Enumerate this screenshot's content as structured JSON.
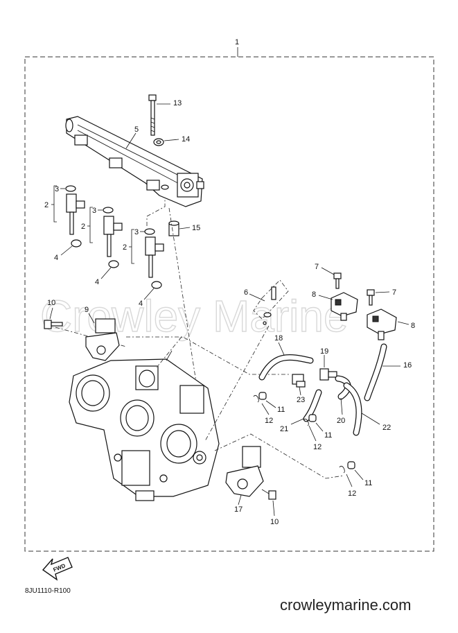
{
  "diagram": {
    "assembly_number": "1",
    "callouts": {
      "c2a": "2",
      "c2b": "2",
      "c2c": "2",
      "c3a": "3",
      "c3b": "3",
      "c3c": "3",
      "c4a": "4",
      "c4b": "4",
      "c4c": "4",
      "c5": "5",
      "c6": "6",
      "c7a": "7",
      "c7b": "7",
      "c8a": "8",
      "c8b": "8",
      "c9": "9",
      "c10a": "10",
      "c10b": "10",
      "c11a": "11",
      "c11b": "11",
      "c11c": "11",
      "c12a": "12",
      "c12b": "12",
      "c12c": "12",
      "c13": "13",
      "c14": "14",
      "c15": "15",
      "c16": "16",
      "c17": "17",
      "c18": "18",
      "c19": "19",
      "c20": "20",
      "c21": "21",
      "c22": "22",
      "c23": "23"
    },
    "fwd_label": "FWD",
    "diagram_code": "8JU1110-R100",
    "watermark": "Crowley Marine",
    "site": "crowleymarine.com"
  },
  "colors": {
    "line": "#111111",
    "frame": "#333333",
    "watermark": "#d8d8d8"
  }
}
